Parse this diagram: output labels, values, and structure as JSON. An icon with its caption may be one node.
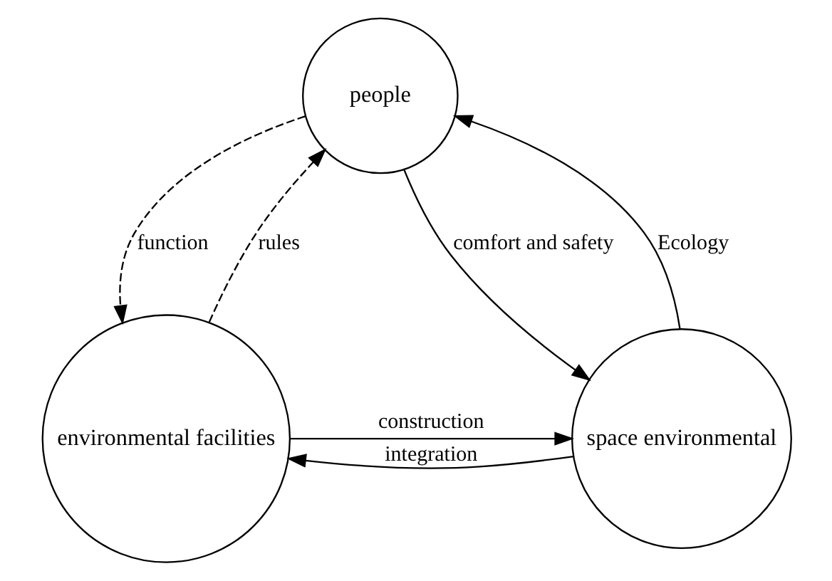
{
  "diagram": {
    "nodes": [
      {
        "text": [
          "people"
        ]
      },
      {
        "text": [
          "environmental facilities"
        ]
      },
      {
        "text": [
          "space environmental"
        ]
      }
    ],
    "edges": [
      {
        "from": 1,
        "to": 0,
        "arrow": "to",
        "label": "rules",
        "style": "dashed"
      },
      {
        "from": 0,
        "to": 1,
        "arrow": "to",
        "label": "function",
        "style": "dashed"
      },
      {
        "from": 0,
        "to": 2,
        "arrow": "to",
        "label": "comfort and safety"
      },
      {
        "from": 2,
        "to": 0,
        "arrow": "to",
        "label": "Ecology"
      },
      {
        "from": 1,
        "to": 2,
        "arrow": "to",
        "label": "construction"
      },
      {
        "from": 2,
        "to": 1,
        "arrow": "to",
        "label": "integration"
      }
    ]
  }
}
